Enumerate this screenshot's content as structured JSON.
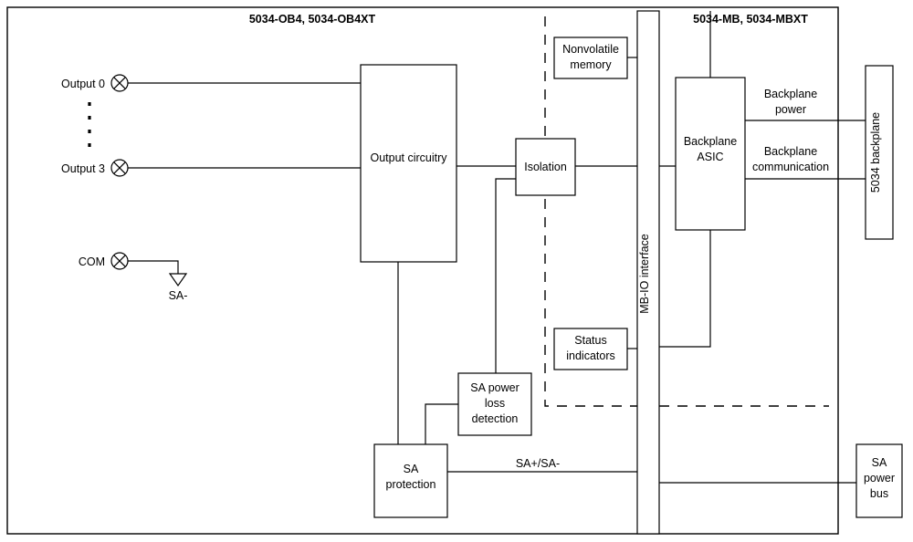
{
  "diagram": {
    "title_left": "5034-OB4, 5034-OB4XT",
    "title_right": "5034-MB, 5034-MBXT",
    "terminals": [
      {
        "label": "Output 0"
      },
      {
        "label": "Output 3"
      },
      {
        "label": "COM"
      }
    ],
    "ground_label": "SA-",
    "blocks": {
      "output_circuitry": "Output circuitry",
      "isolation": "Isolation",
      "nonvolatile_memory_line1": "Nonvolatile",
      "nonvolatile_memory_line2": "memory",
      "status_indicators_line1": "Status",
      "status_indicators_line2": "indicators",
      "sa_power_loss_line1": "SA power",
      "sa_power_loss_line2": "loss",
      "sa_power_loss_line3": "detection",
      "sa_protection_line1": "SA",
      "sa_protection_line2": "protection",
      "mb_io_interface": "MB-IO interface",
      "backplane_asic_line1": "Backplane",
      "backplane_asic_line2": "ASIC",
      "backplane_5034": "5034 backplane",
      "sa_power_bus_line1": "SA",
      "sa_power_bus_line2": "power",
      "sa_power_bus_line3": "bus"
    },
    "net_labels": {
      "backplane_power_line1": "Backplane",
      "backplane_power_line2": "power",
      "backplane_comm_line1": "Backplane",
      "backplane_comm_line2": "communication",
      "sa_plus_minus": "SA+/SA-"
    },
    "colors": {
      "line": "#000000",
      "background": "#ffffff",
      "text": "#000000"
    }
  }
}
